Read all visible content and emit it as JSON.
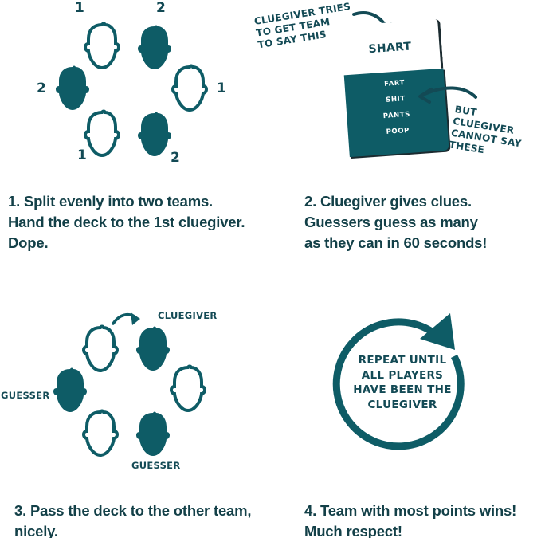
{
  "colors": {
    "teal": "#0e5c66",
    "text": "#134048",
    "background": "#ffffff"
  },
  "panel1": {
    "team_labels": [
      "1",
      "2",
      "2",
      "1",
      "1",
      "2"
    ],
    "caption_lines": [
      "1. Split evenly into two teams.",
      "Hand the deck to the 1st cluegiver.",
      "Dope."
    ]
  },
  "panel2": {
    "annotation_top": [
      "CLUEGIVER TRIES",
      "TO GET TEAM",
      "TO SAY THIS"
    ],
    "card_word": "SHART",
    "forbidden_words": [
      "FART",
      "SHIT",
      "PANTS",
      "POOP"
    ],
    "annotation_right": [
      "BUT CLUEGIVER",
      "CANNOT SAY",
      "THESE"
    ],
    "caption_lines": [
      "2. Cluegiver gives clues.",
      "Guessers guess as many",
      "as they can in 60 seconds!"
    ]
  },
  "panel3": {
    "cluegiver_label": "CLUEGIVER",
    "guesser_left_label": "GUESSER",
    "guesser_bottom_label": "GUESSER",
    "caption_lines": [
      "3. Pass the deck to the other team,",
      "nicely."
    ]
  },
  "panel4": {
    "circle_text": [
      "REPEAT UNTIL",
      "ALL PLAYERS",
      "HAVE BEEN THE",
      "CLUEGIVER"
    ],
    "caption_lines": [
      "4. Team with most points wins!",
      "Much respect!"
    ]
  }
}
